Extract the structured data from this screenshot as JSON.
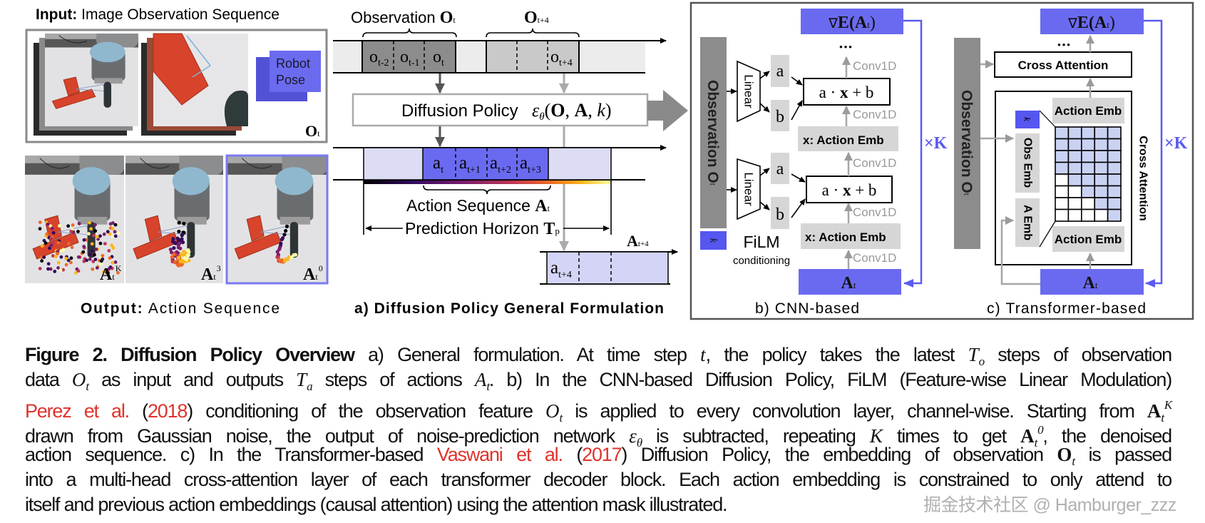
{
  "colors": {
    "action_blue": "#6a6af0",
    "action_light": "#d9d9f5",
    "obs_dark": "#8c8c8c",
    "obs_light": "#c9c9c9",
    "emb_gray": "#d6d6d6",
    "arrow_gray": "#a6a6a6",
    "loop_blue": "#5b5bf0",
    "link_red": "#e0322b"
  },
  "input_panel": {
    "title_bold": "Input:",
    "title_rest": " Image Observation Sequence",
    "robot_pose_line1": "Robot",
    "robot_pose_line2": "Pose",
    "obs_symbol": "O",
    "obs_sub": "t"
  },
  "output_panel": {
    "title_bold": "Output:",
    "title_rest": "Action Sequence",
    "samples": [
      {
        "symbol": "A",
        "sub": "t",
        "sup": "K"
      },
      {
        "symbol": "A",
        "sub": "t",
        "sup": "3"
      },
      {
        "symbol": "A",
        "sub": "t",
        "sup": "0"
      }
    ]
  },
  "panel_a": {
    "observation_label": "Observation ",
    "obs_symbol": "O",
    "obs_sub": "t",
    "obs_next_sub": "t+4",
    "obs_cells": [
      {
        "s": "o",
        "sub": "t-2"
      },
      {
        "s": "o",
        "sub": "t-1"
      },
      {
        "s": "o",
        "sub": "t"
      }
    ],
    "obs_next_cell": {
      "s": "o",
      "sub": "t+4"
    },
    "policy_label": "Diffusion Policy",
    "policy_eps": "ε",
    "policy_eps_sub": "θ",
    "policy_args": [
      "(",
      "O",
      ", ",
      "A",
      ", ",
      "k",
      ")"
    ],
    "action_cells": [
      {
        "s": "a",
        "sub": "t"
      },
      {
        "s": "a",
        "sub": "t+1"
      },
      {
        "s": "a",
        "sub": "t+2"
      },
      {
        "s": "a",
        "sub": "t+3"
      }
    ],
    "action_seq_label": "Action Sequence ",
    "action_symbol": "A",
    "action_sub": "t",
    "horizon_label": "Prediction Horizon ",
    "horizon_symbol": "T",
    "horizon_sub": "p",
    "next_action_symbol": "A",
    "next_action_sub": "t+4",
    "next_cell": {
      "s": "a",
      "sub": "t+4"
    },
    "caption": "a) Diffusion Policy General Formulation"
  },
  "panel_b": {
    "observation_label": "Observation O",
    "observation_sub": "t",
    "linear": "Linear",
    "a": "a",
    "b": "b",
    "film_a": "a",
    "film_dot": " · ",
    "film_x": "x",
    "film_rest": " + b",
    "x_emb": "x: Action Emb",
    "conv": "Conv1D",
    "grad_nabla": "∇",
    "grad_e": "E(A",
    "grad_sub": "t",
    "grad_close": ")",
    "dots": "•••",
    "action_symbol": "A",
    "action_sub": "t",
    "k": "k",
    "film": "FiLM",
    "film_sub": "conditioning",
    "repeat": "×K",
    "caption": "b) CNN-based"
  },
  "panel_c": {
    "observation_label": "Observation O",
    "observation_sub": "t",
    "cross_attention": "Cross Attention",
    "action_emb_top": "Action Emb",
    "action_emb_bottom": "Action Emb",
    "obs_emb": "Obs Emb",
    "a_emb": "A Emb",
    "k": "k",
    "cross_attention_vertical": "Cross Attention",
    "attention_mask": [
      [
        1,
        1,
        1,
        1,
        1
      ],
      [
        1,
        1,
        1,
        1,
        1
      ],
      [
        1,
        1,
        1,
        1,
        1
      ],
      [
        1,
        1,
        1,
        1,
        1
      ],
      [
        0,
        1,
        1,
        1,
        1
      ],
      [
        0,
        0,
        1,
        1,
        1
      ],
      [
        0,
        0,
        0,
        1,
        1
      ],
      [
        0,
        0,
        0,
        0,
        1
      ]
    ],
    "grad_nabla": "∇",
    "grad_e": "E(A",
    "grad_sub": "t",
    "grad_close": ")",
    "dots": "•••",
    "action_symbol": "A",
    "action_sub": "t",
    "repeat": "×K",
    "caption": "c) Transformer-based"
  },
  "caption": {
    "lines": [
      [
        {
          "b": "Figure 2.  Diffusion Policy Overview"
        },
        {
          "t": "  a) General formulation. At time step "
        },
        {
          "m": "t"
        },
        {
          "t": ", the policy takes the latest "
        },
        {
          "m": "T",
          "sub": "o"
        },
        {
          "t": " steps of observation"
        }
      ],
      [
        {
          "t": "data "
        },
        {
          "m": "O",
          "sub": "t"
        },
        {
          "t": " as input and outputs "
        },
        {
          "m": "T",
          "sub": "a"
        },
        {
          "t": " steps of actions "
        },
        {
          "m": "A",
          "sub": "t"
        },
        {
          "t": ". b) In the CNN-based Diffusion Policy, FiLM (Feature-wise Linear Modulation)"
        }
      ],
      [
        {
          "r": "Perez et al."
        },
        {
          "t": " ("
        },
        {
          "r": "2018"
        },
        {
          "t": ") conditioning of the observation feature "
        },
        {
          "m": "O",
          "sub": "t"
        },
        {
          "t": " is applied to every convolution layer, channel-wise. Starting from "
        },
        {
          "mb": "A",
          "sub": "t",
          "sup": "K"
        }
      ],
      [
        {
          "t": "drawn from Gaussian noise, the output of noise-prediction network "
        },
        {
          "m": "ε",
          "sub": "θ"
        },
        {
          "t": " is subtracted, repeating "
        },
        {
          "m": "K"
        },
        {
          "t": " times to get "
        },
        {
          "mb": "A",
          "sub": "t",
          "sup": "0"
        },
        {
          "t": ", the denoised"
        }
      ],
      [
        {
          "t": "action sequence. c) In the Transformer-based "
        },
        {
          "r": "Vaswani et al."
        },
        {
          "t": " ("
        },
        {
          "r": "2017"
        },
        {
          "t": ") Diffusion Policy, the embedding of observation "
        },
        {
          "mb": "O",
          "sub": "t"
        },
        {
          "t": " is passed"
        }
      ],
      [
        {
          "t": "into a multi-head cross-attention layer of each transformer decoder block. Each action embedding is constrained to only attend to"
        }
      ],
      [
        {
          "t": "itself and previous action embeddings (causal attention) using the attention mask illustrated."
        }
      ]
    ]
  },
  "watermark": "掘金技术社区 @ Hamburger_zzz"
}
